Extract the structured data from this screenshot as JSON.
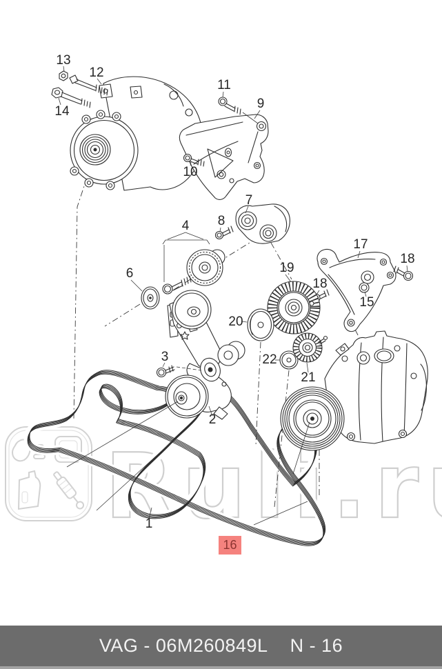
{
  "watermark": {
    "text": "Ruli.ru",
    "logo_icons": [
      "blob-icon",
      "panel-icon",
      "oil-can-icon",
      "shock-absorber-icon"
    ],
    "color": "#d2d2d2"
  },
  "diagram": {
    "type": "exploded-parts-diagram",
    "subject": "poly-v belt drive: alternator, brackets, pulleys, tensioner, a/c compressor, serpentine belt",
    "labels": {
      "p1": "1",
      "p2": "2",
      "p3": "3",
      "p4": "4",
      "p6": "6",
      "p7": "7",
      "p8": "8",
      "p9": "9",
      "p10": "10",
      "p11": "11",
      "p12": "12",
      "p13": "13",
      "p14": "14",
      "p15": "15",
      "p17": "17",
      "p18a": "18",
      "p18b": "18",
      "p19": "19",
      "p20": "20",
      "p21": "21",
      "p22": "22"
    },
    "highlight_label": {
      "text": "16",
      "bg_color": "#f5827e",
      "text_color": "#8c3431"
    },
    "colors": {
      "line": "#2e2e2e",
      "background": "#ffffff"
    }
  },
  "footer": {
    "catalog_code": "VAG - 06M260849L",
    "page_ref": "N - 16",
    "bg_color": "#6c6c6c",
    "text_color": "#f3f3f3"
  }
}
